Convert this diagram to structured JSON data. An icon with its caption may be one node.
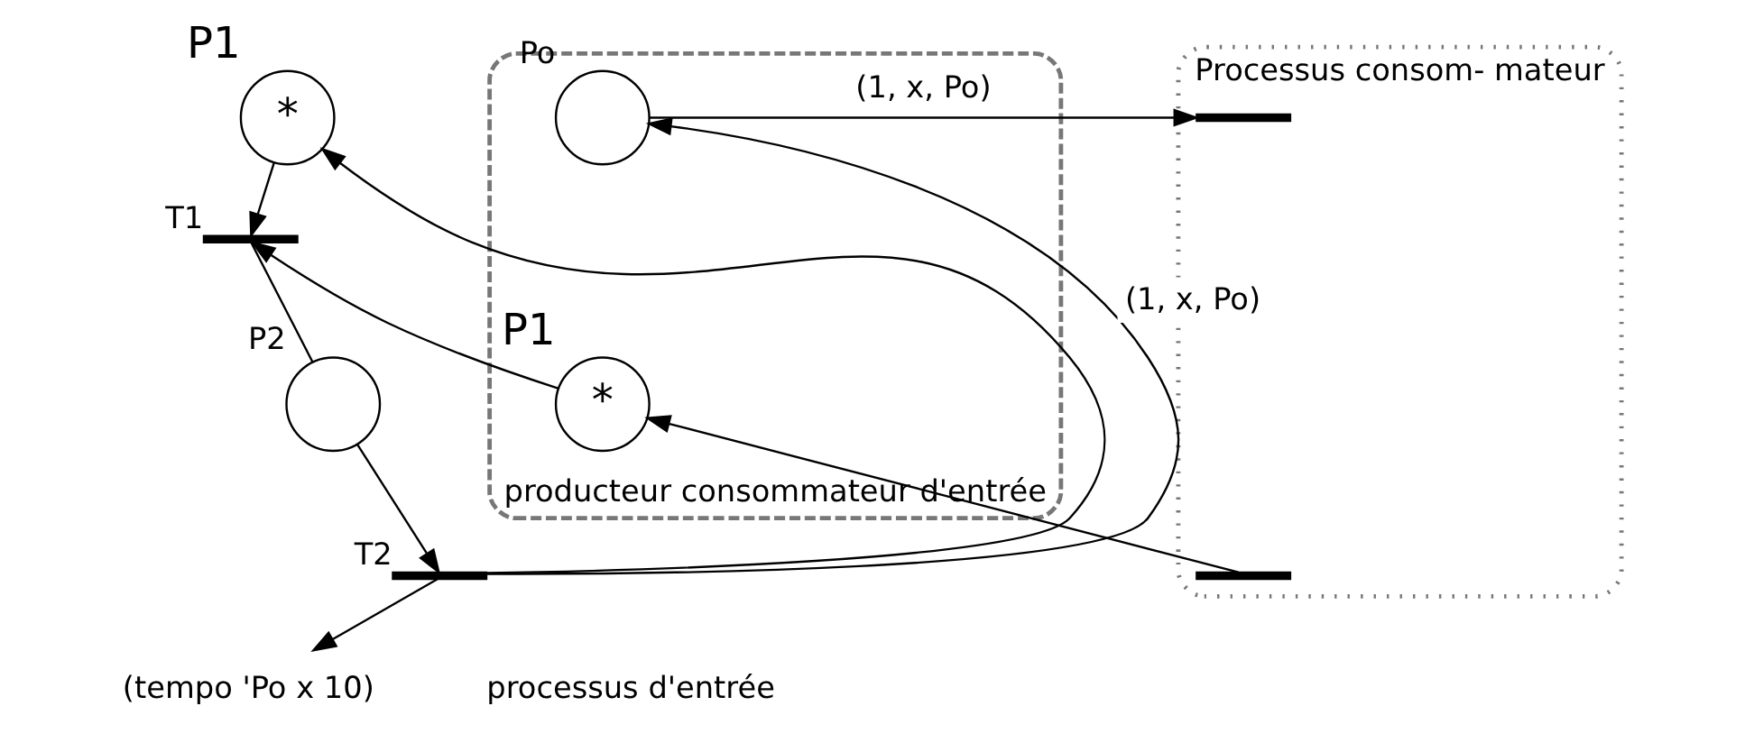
{
  "diagram": {
    "nodes": [
      {
        "text": [
          "*"
        ],
        "beside": [
          "P1"
        ]
      },
      {
        "text": [],
        "shape": "bar",
        "beside": [
          "T1"
        ]
      },
      {
        "text": [],
        "shape": "circle",
        "beside": [
          "P2"
        ]
      },
      {
        "text": [],
        "shape": "bar",
        "beside": [
          "T2"
        ]
      },
      {
        "text": [
          "(tempo 'Po x 10)"
        ]
      },
      {
        "text": [],
        "shape": "box",
        "beside": [
          "producteur consommateur d'entrée"
        ]
      },
      {
        "text": [],
        "shape": "circle",
        "beside": [
          "Po"
        ],
        "in": 5
      },
      {
        "text": [
          "*"
        ],
        "beside": [
          "P1"
        ],
        "in": 5
      },
      {
        "text": [
          "Processus consom- mateur"
        ]
      },
      {
        "text": [],
        "shape": "bar",
        "in": 8
      },
      {
        "text": [],
        "shape": "bar",
        "in": 8
      }
    ],
    "edges": [
      {
        "from": 0,
        "to": 1,
        "arrow": "to"
      },
      {
        "from": 1,
        "to": 2,
        "arrow": "none"
      },
      {
        "from": 2,
        "to": 3,
        "arrow": "to"
      },
      {
        "from": 3,
        "to": 0,
        "arrow": "to"
      },
      {
        "from": 3,
        "to": 4,
        "arrow": "to"
      },
      {
        "from": 3,
        "to": 6,
        "arrow": "to",
        "label": "(1, x, Po)"
      },
      {
        "from": 7,
        "to": 1,
        "arrow": "to"
      },
      {
        "from": 6,
        "to": 9,
        "arrow": "to",
        "label": "(1, x, Po)"
      },
      {
        "from": 10,
        "to": 7,
        "arrow": "to"
      }
    ],
    "labels": [
      "processus d'entrée"
    ]
  }
}
